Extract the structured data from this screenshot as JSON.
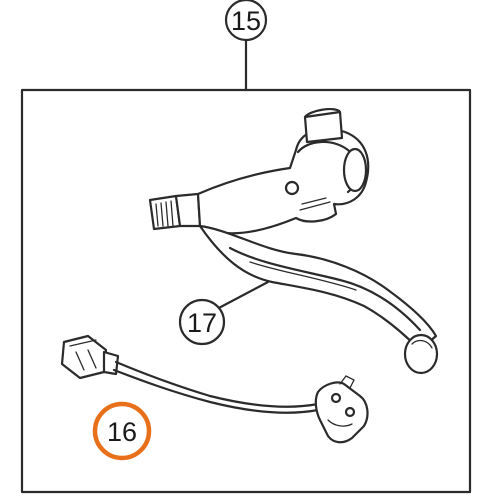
{
  "callouts": {
    "assembly": {
      "number": "15"
    },
    "lever": {
      "number": "17"
    },
    "switch": {
      "number": "16"
    }
  },
  "colors": {
    "line": "#2b2b2b",
    "highlight": "#e8701a",
    "background": "#ffffff"
  }
}
